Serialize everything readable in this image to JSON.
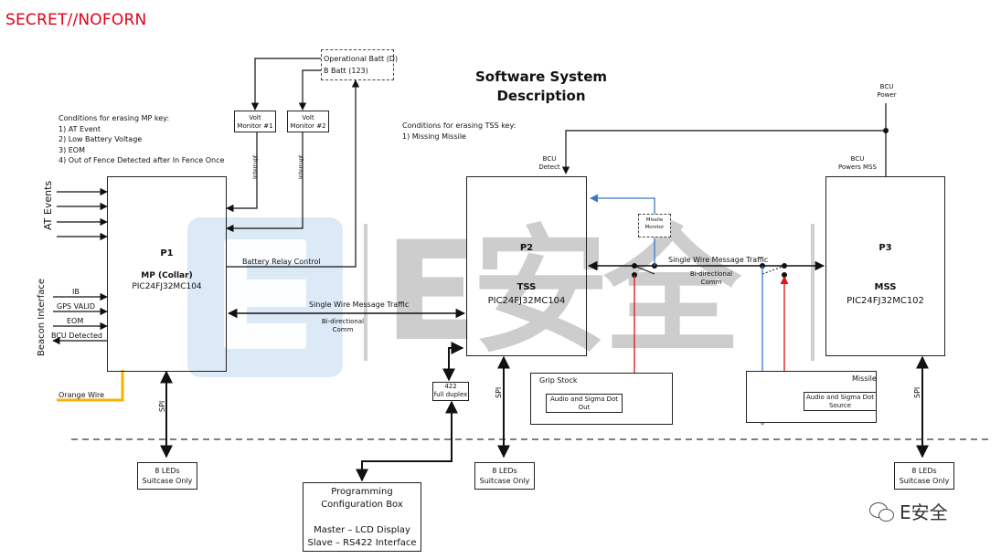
{
  "classification": "SECRET//NOFORN",
  "title_line1": "Software System",
  "title_line2": "Description",
  "mp_conditions": {
    "heading": "Conditions for erasing MP key:",
    "items": [
      "1) AT Event",
      "2) Low Battery Voltage",
      "3) EOM",
      "4) Out of Fence Detected after In Fence Once"
    ]
  },
  "tss_conditions": {
    "heading": "Conditions for erasing TSS  key:",
    "items": [
      "1) Missing Missile"
    ]
  },
  "battery": {
    "line1": "Operational Batt (D)",
    "line2": "B Batt (123)"
  },
  "volt_monitor_1": {
    "line1": "Volt",
    "line2": "Monitor #1",
    "interrupt": "Interrupt"
  },
  "volt_monitor_2": {
    "line1": "Volt",
    "line2": "Monitor #2",
    "interrupt": "Interrupt"
  },
  "p1": {
    "id": "P1",
    "name": "MP (Collar)",
    "chip": "PIC24FJ32MC104"
  },
  "p2": {
    "id": "P2",
    "name": "TSS",
    "chip": "PIC24FJ32MC104"
  },
  "p3": {
    "id": "P3",
    "name": "MSS",
    "chip": "PIC24FJ32MC102"
  },
  "at_events": "AT Events",
  "beacon_interface": "Beacon Interface",
  "beacon_signals": [
    "IB",
    "GPS VALID",
    "EOM",
    "BCU Detected"
  ],
  "battery_relay": "Battery Relay Control",
  "swmt_left": "Single Wire Message Traffic",
  "bidir_left": {
    "line1": "Bi-directional",
    "line2": "Comm"
  },
  "swmt_right": "Single Wire Message Traffic",
  "bidir_right": {
    "line1": "Bi-directional",
    "line2": "Comm"
  },
  "bcu_detect": {
    "line1": "BCU",
    "line2": "Detect"
  },
  "bcu_power": {
    "line1": "BCU",
    "line2": "Power"
  },
  "bcu_powers_mss": {
    "line1": "BCU",
    "line2": "Powers MSS"
  },
  "missile_monitor": {
    "line1": "Missile",
    "line2": "Monitor"
  },
  "orange_wire": "Orange Wire",
  "spi": "SPI",
  "leds": {
    "line1": "8 LEDs",
    "line2": "Suitcase Only"
  },
  "full_duplex": {
    "line1": "422",
    "line2": "full duplex"
  },
  "grip_stock": {
    "title": "Grip Stock",
    "inner_line1": "Audio and Sigma Dot",
    "inner_line2": "Out"
  },
  "missile": {
    "title": "Missile",
    "inner_line1": "Audio and Sigma Dot",
    "inner_line2": "Source"
  },
  "programming": {
    "line1": "Programming",
    "line2": "Configuration Box",
    "line3": "Master – LCD Display",
    "line4": "Slave – RS422 Interface"
  },
  "watermark": "E安全",
  "wechat_label": "E安全",
  "colors": {
    "classification": "#e0001b",
    "orange": "#f5b400",
    "blue": "#3a78c8",
    "red": "#e01010",
    "watermark": "#c8c8c8"
  }
}
